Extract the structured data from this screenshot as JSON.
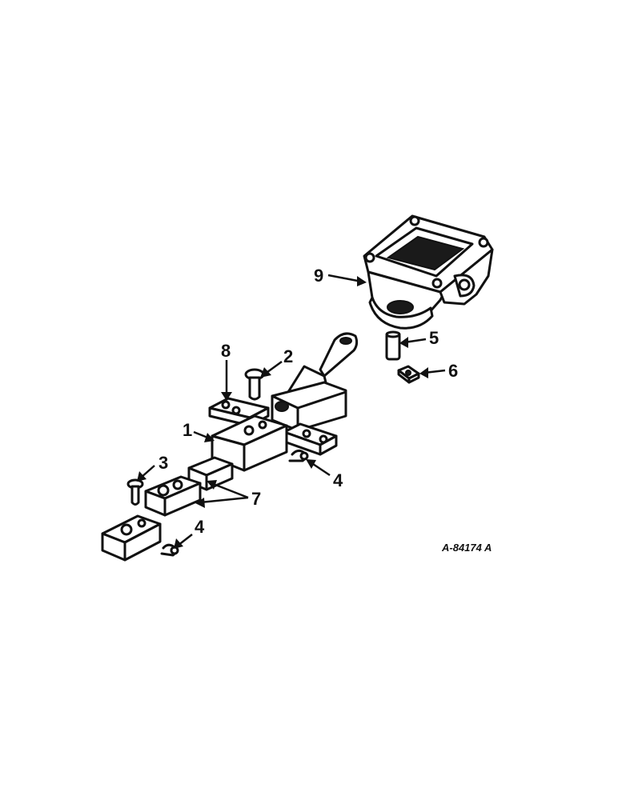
{
  "callouts": {
    "c1": "1",
    "c2": "2",
    "c3": "3",
    "c4a": "4",
    "c4b": "4",
    "c5": "5",
    "c6": "6",
    "c7": "7",
    "c8": "8",
    "c9": "9"
  },
  "drawing_number": "A-84174 A"
}
